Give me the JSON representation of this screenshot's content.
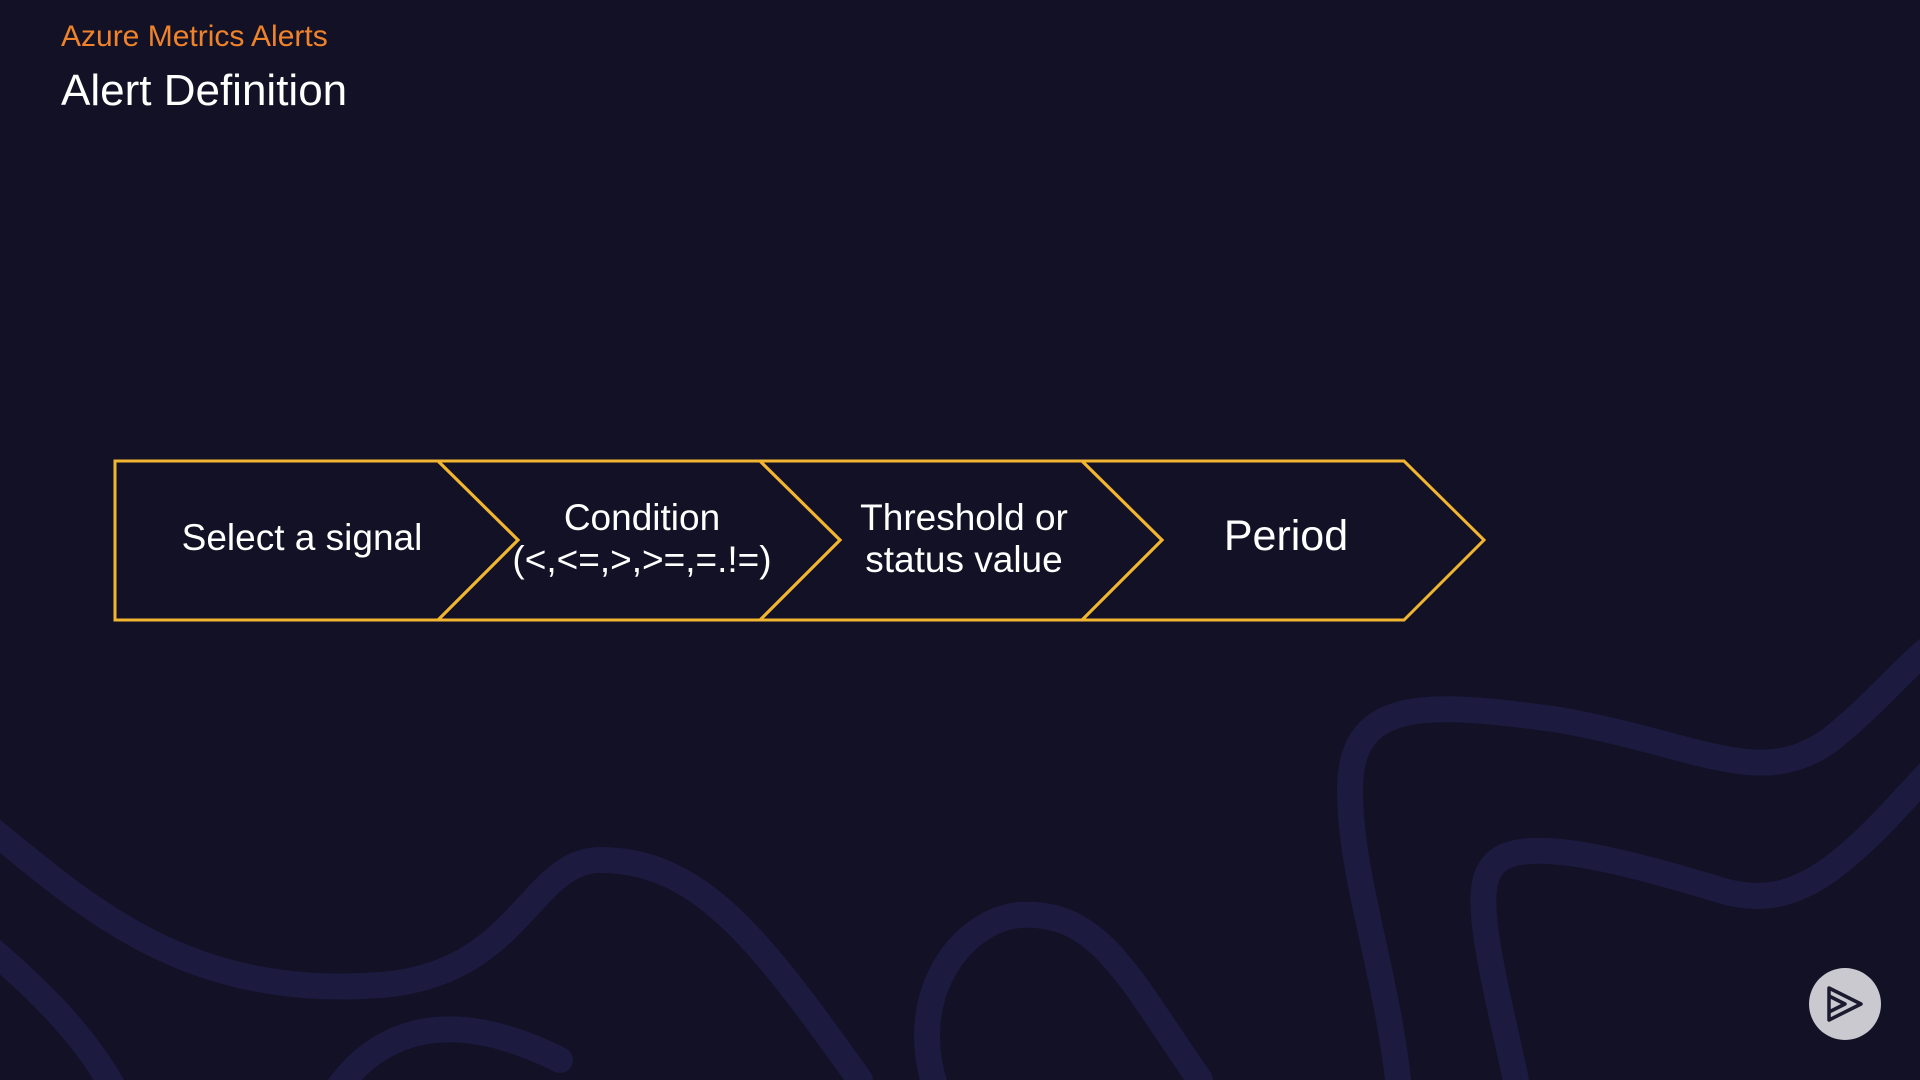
{
  "header": {
    "kicker": "Azure Metrics Alerts",
    "title": "Alert Definition"
  },
  "diagram": {
    "type": "chevron-process",
    "stroke_color": "#f2b530",
    "steps": [
      {
        "label": "Select a signal"
      },
      {
        "label": "Condition\n(<,<=,>,>=,=.!=)"
      },
      {
        "label": "Threshold or\nstatus value"
      },
      {
        "label": "Period"
      }
    ]
  },
  "branding": {
    "logo_icon": "play-logo-icon"
  }
}
